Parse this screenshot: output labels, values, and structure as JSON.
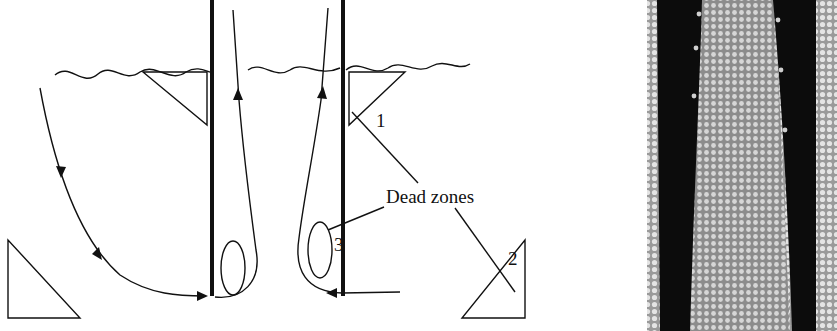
{
  "diagram": {
    "labels": [
      "1",
      "Dead zones",
      "3",
      "2"
    ]
  }
}
